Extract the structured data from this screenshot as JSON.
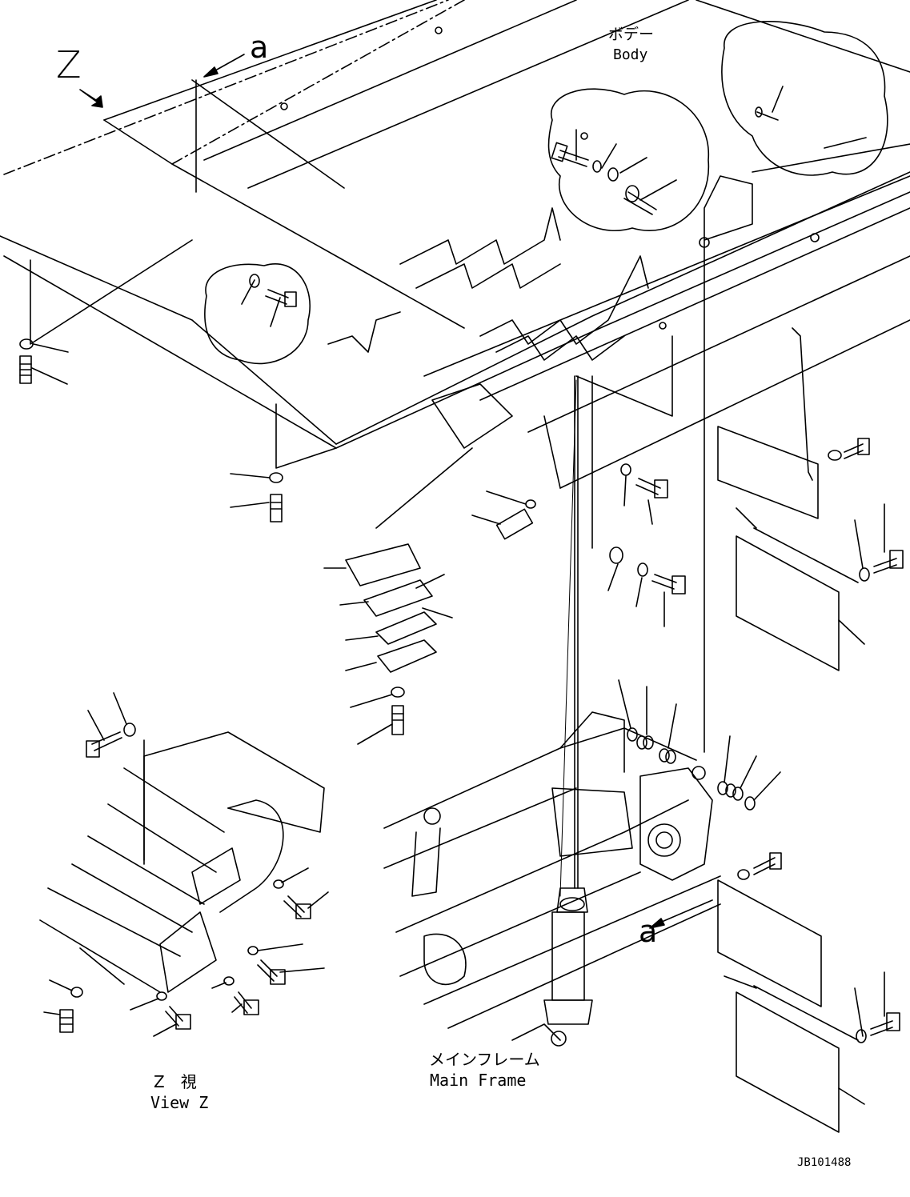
{
  "labels": {
    "body_jp": "ボデー",
    "body_en": "Body",
    "main_frame_jp": "メインフレーム",
    "main_frame_en": "Main Frame",
    "view_z_jp": "Z　視",
    "view_z_en": "View Z",
    "z_marker": "Z",
    "section_a_top": "a",
    "section_a_bottom": "a",
    "drawing_number": "JB101488"
  }
}
